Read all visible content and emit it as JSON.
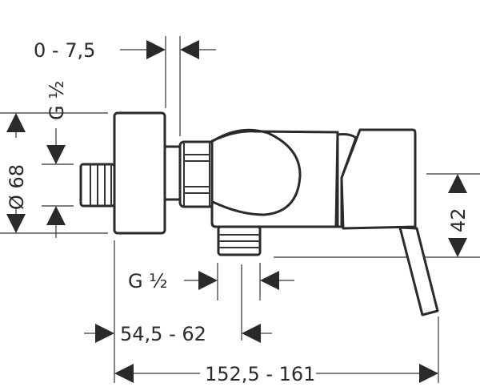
{
  "dimensions": {
    "offset": "0 - 7,5",
    "inlet_thread": "G ½",
    "flange_diameter": "Ø 68",
    "lever_height": "42",
    "outlet_thread": "G ½",
    "depth_to_outlet": "54,5 - 62",
    "total_depth": "152,5 - 161"
  },
  "colors": {
    "line": "#2a2a2a",
    "background": "#ffffff"
  }
}
